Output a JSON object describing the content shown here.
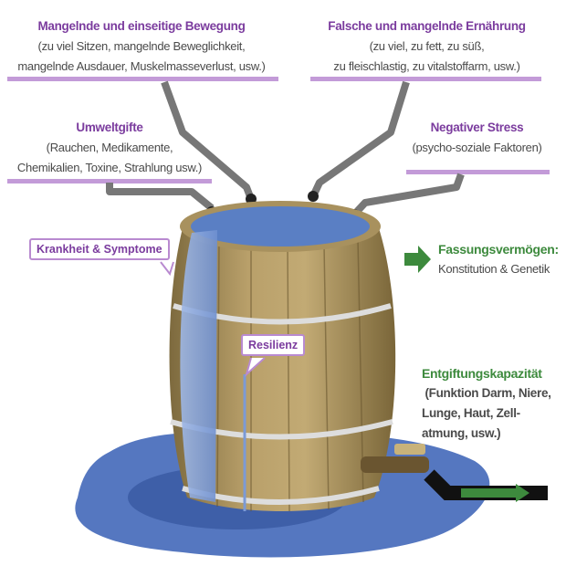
{
  "factors": {
    "bewegung": {
      "title": "Mangelnde und einseitige Bewegung",
      "lines": [
        "(zu viel Sitzen, mangelnde Beweglichkeit,",
        "mangelnde Ausdauer, Muskelmasseverlust, usw.)"
      ]
    },
    "ernaehrung": {
      "title": "Falsche und mangelnde Ernährung",
      "lines": [
        "(zu viel, zu fett, zu süß,",
        "zu fleischlastig, zu vitalstoffarm, usw.)"
      ]
    },
    "umweltgifte": {
      "title": "Umweltgifte",
      "lines": [
        "(Rauchen, Medikamente,",
        "Chemikalien, Toxine, Strahlung usw.)"
      ]
    },
    "stress": {
      "title": "Negativer Stress",
      "lines": [
        "(psycho-soziale Faktoren)"
      ]
    }
  },
  "labels": {
    "krankheit": "Krankheit & Symptome",
    "resilienz": "Resilienz",
    "fassung_title": "Fassungsvermögen:",
    "fassung_text": "Konstitution & Genetik",
    "entgiftung_title": "Entgiftungskapazität",
    "entgiftung_lines": [
      " (Funktion Darm, Niere,",
      "Lunge, Haut, Zell-",
      "atmung, usw.)"
    ]
  },
  "colors": {
    "purple": "#7b3c9e",
    "bar": "#c39bd8",
    "green": "#3d8a3d",
    "water": "#5a7fc4",
    "wood": "#a8915e"
  }
}
